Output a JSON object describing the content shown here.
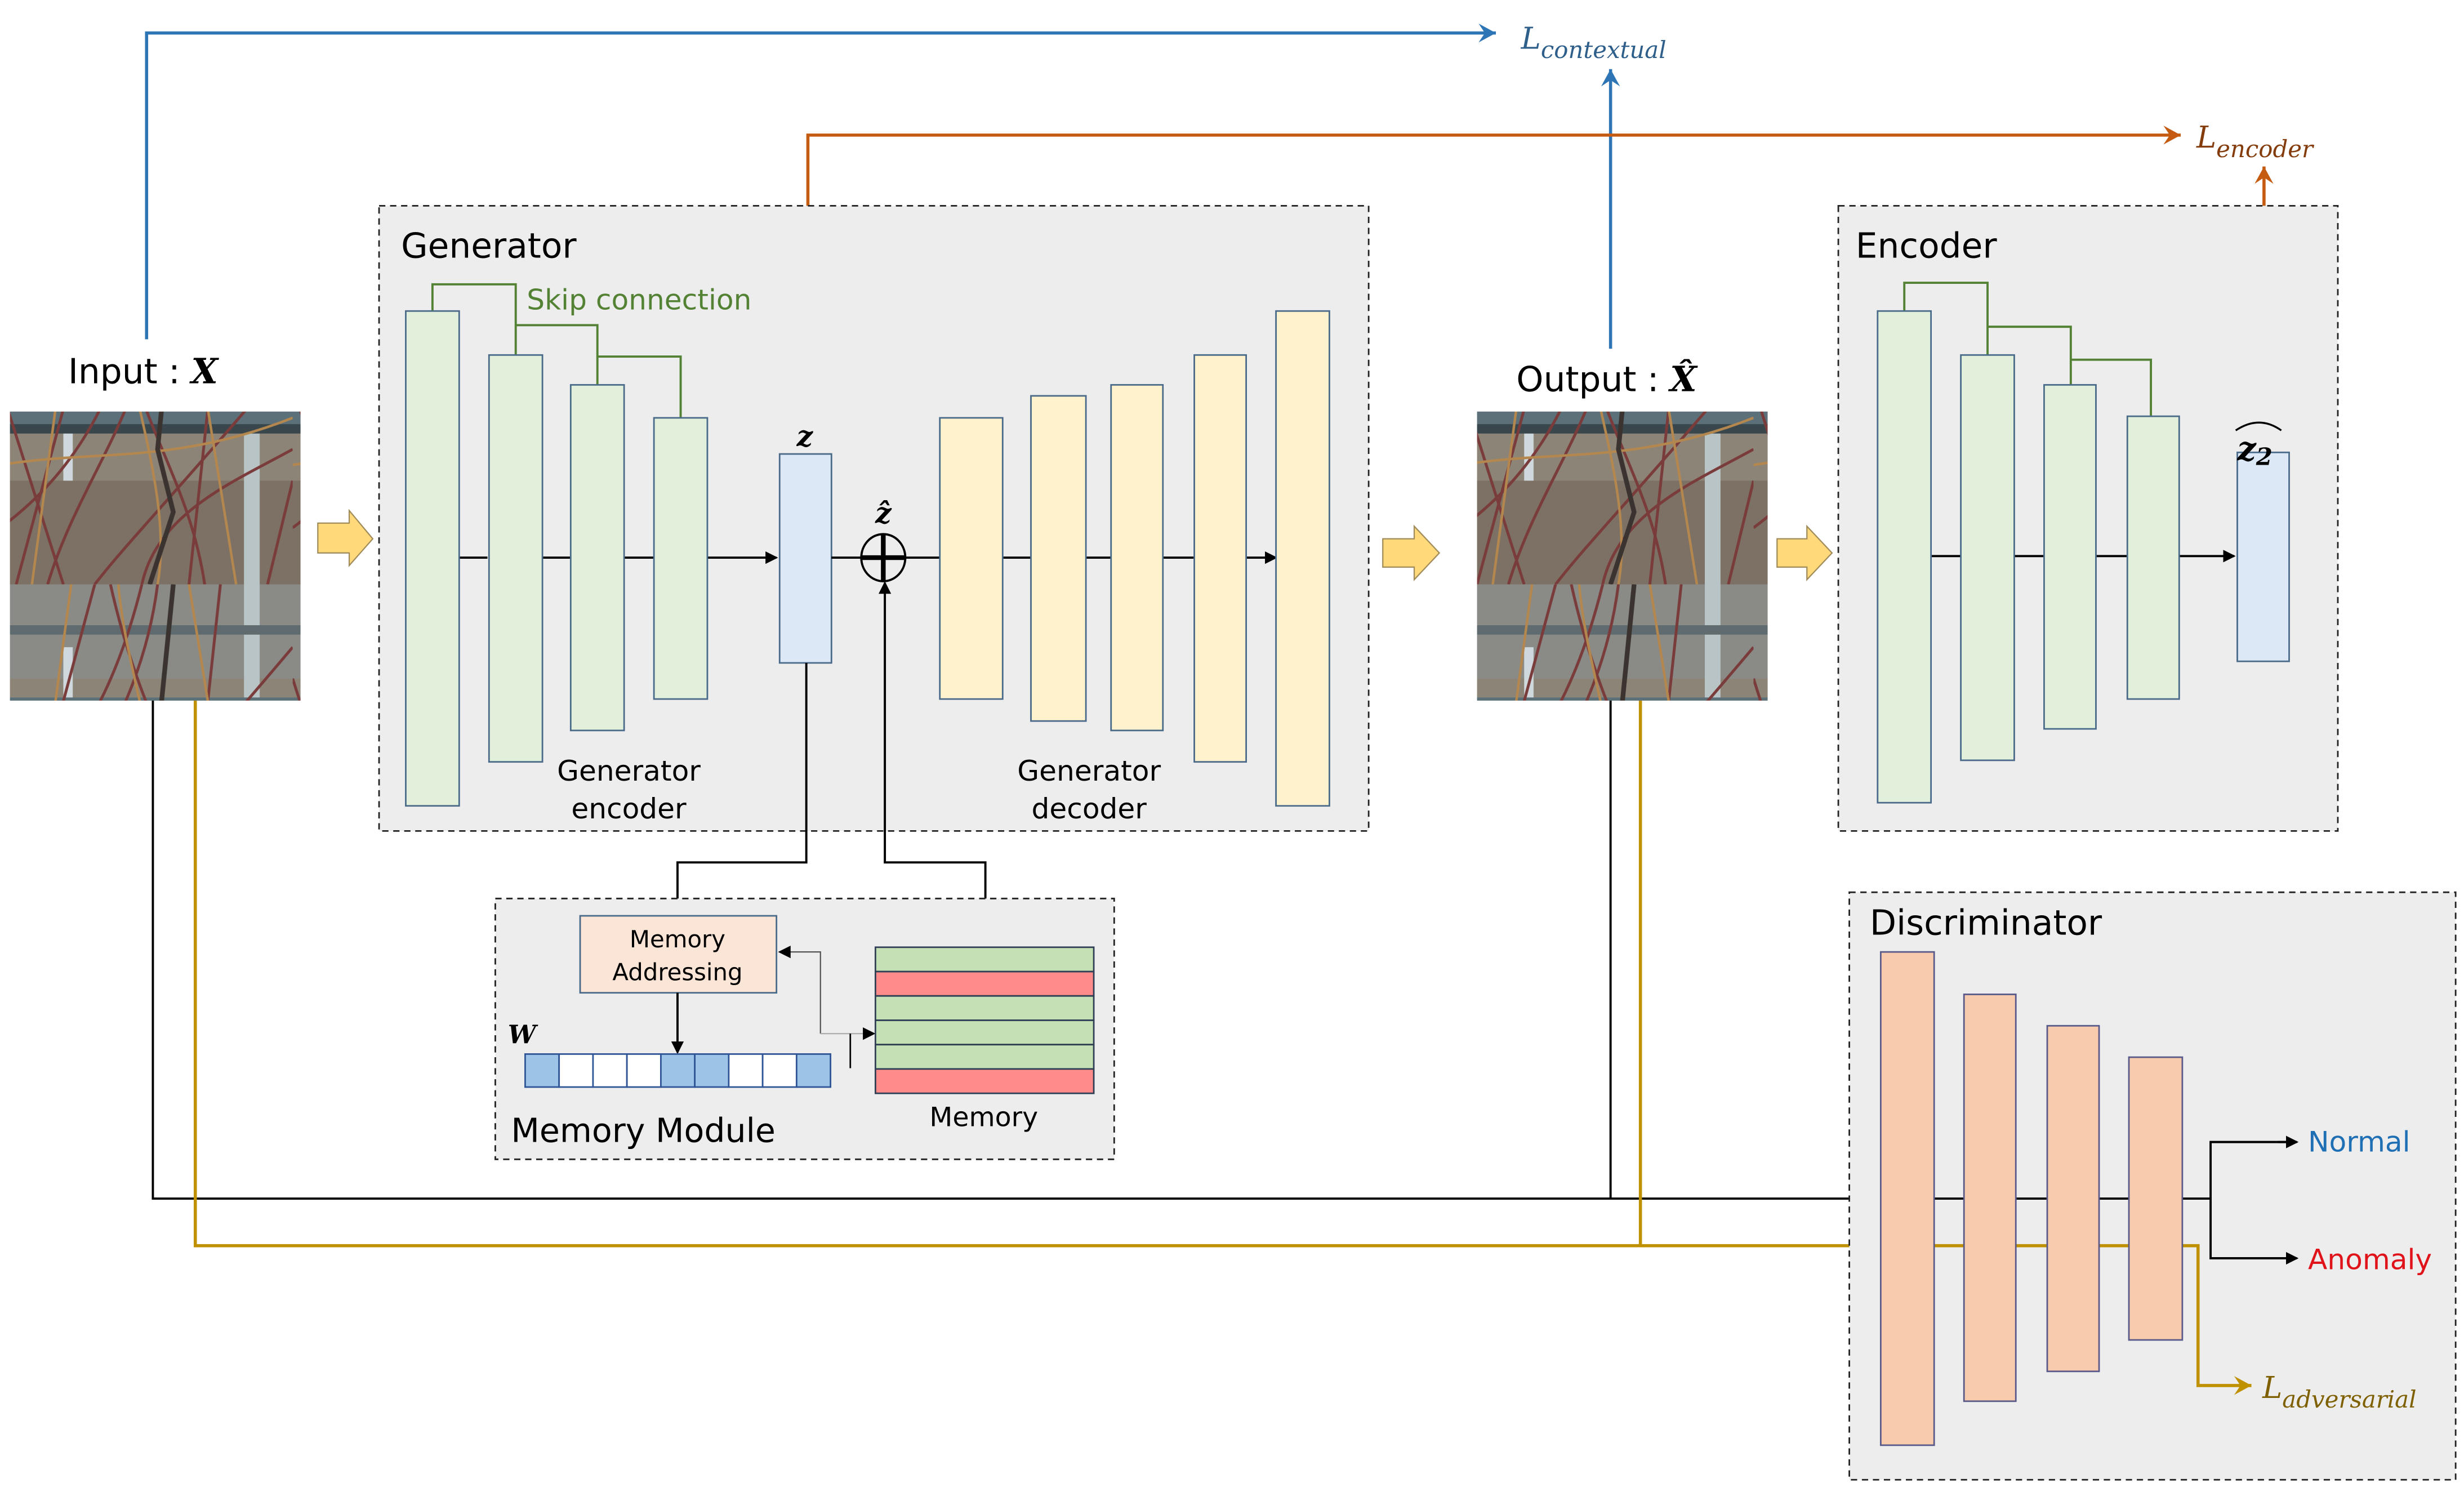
{
  "colors": {
    "contextual": "#2e75b6",
    "encoder_loss": "#c55a11",
    "adversarial": "#bf9000",
    "skip": "#548235",
    "normal": "#1f6fb5",
    "anomaly": "#e0121a",
    "encoder_block": "#e2efda",
    "decoder_block": "#fff2cc",
    "latent_block": "#dde8f6",
    "discriminator_block": "#f8cbad",
    "memory_addressing": "#fbe5d6",
    "memory_slot_normal": "#c5e0b4",
    "memory_slot_anomaly": "#ff8b8b",
    "weight_active": "#9dc3e6"
  },
  "input": {
    "label": "Input : ",
    "symbol": "X"
  },
  "output": {
    "label": "Output : ",
    "symbol": "X̂"
  },
  "losses": {
    "contextual": {
      "base": "L",
      "sub": "contextual"
    },
    "encoder": {
      "base": "L",
      "sub": "encoder"
    },
    "adversarial": {
      "base": "L",
      "sub": "adversarial"
    }
  },
  "generator": {
    "title": "Generator",
    "skip_label": "Skip connection",
    "encoder_label_1": "Generator",
    "encoder_label_2": "encoder",
    "decoder_label_1": "Generator",
    "decoder_label_2": "decoder",
    "latent": "z",
    "latent_hat": "ẑ"
  },
  "memory_module": {
    "title": "Memory Module",
    "addressing_1": "Memory",
    "addressing_2": "Addressing",
    "weight_label": "W",
    "weights": [
      1,
      0,
      0,
      0,
      1,
      1,
      0,
      0,
      1
    ],
    "memory_label": "Memory",
    "memory_slots": [
      "normal",
      "anomaly",
      "normal",
      "normal",
      "normal",
      "anomaly"
    ]
  },
  "encoder": {
    "title": "Encoder",
    "latent": "z",
    "latent_sub": "2"
  },
  "discriminator": {
    "title": "Discriminator",
    "out_normal": "Normal",
    "out_anomaly": "Anomaly"
  }
}
